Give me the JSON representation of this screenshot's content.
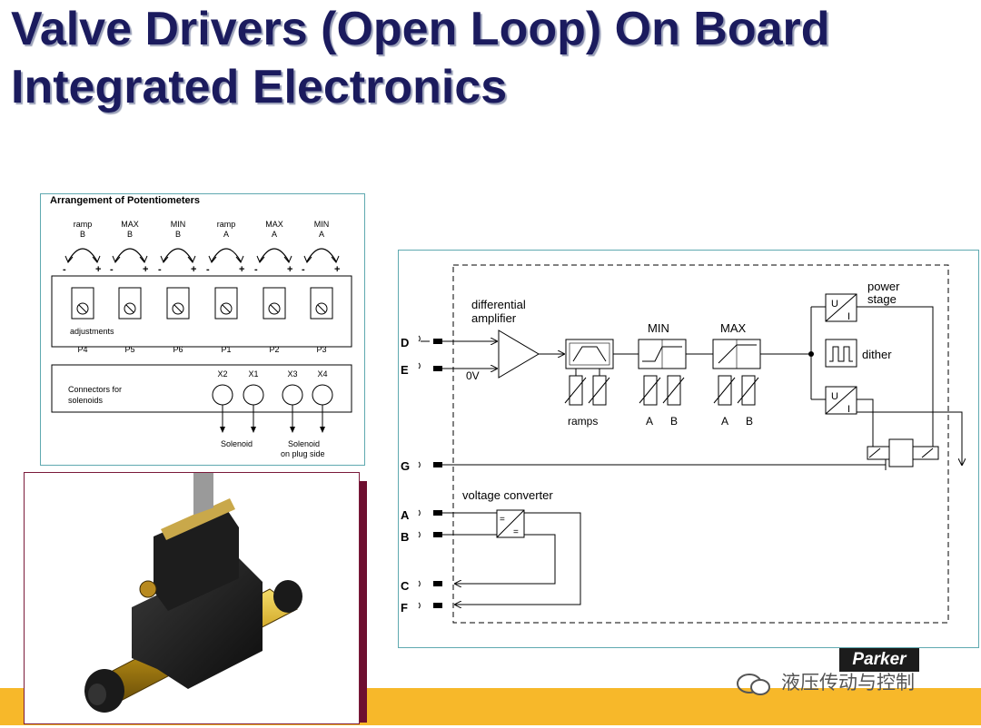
{
  "title": {
    "line1": "Valve Drivers (Open Loop)  On Board",
    "line2": "Integrated  Electronics"
  },
  "potentiometers": {
    "heading": "Arrangement of Potentiometers",
    "pots": [
      {
        "name": "ramp",
        "side": "B",
        "id": "P4"
      },
      {
        "name": "MAX",
        "side": "B",
        "id": "P5"
      },
      {
        "name": "MIN",
        "side": "B",
        "id": "P6"
      },
      {
        "name": "ramp",
        "side": "A",
        "id": "P1"
      },
      {
        "name": "MAX",
        "side": "A",
        "id": "P2"
      },
      {
        "name": "MIN",
        "side": "A",
        "id": "P3"
      }
    ],
    "minus": "-",
    "plus": "+",
    "adjustments_label": "adjustments",
    "connectors_label_1": "Connectors for",
    "connectors_label_2": "solenoids",
    "connectors": [
      "X2",
      "X1",
      "X3",
      "X4"
    ],
    "solenoid_label": "Solenoid",
    "solenoid_plug_1": "Solenoid",
    "solenoid_plug_2": "on plug side"
  },
  "diagram": {
    "pins_top": [
      "D",
      "E"
    ],
    "pin_g": "G",
    "pins_bottom": [
      "A",
      "B",
      "C",
      "F"
    ],
    "diff_amp_1": "differential",
    "diff_amp_2": "amplifier",
    "zero_v": "0V",
    "ramps": "ramps",
    "min": "MIN",
    "max": "MAX",
    "a": "A",
    "b": "B",
    "power_stage_1": "power",
    "power_stage_2": "stage",
    "dither": "dither",
    "voltage_converter": "voltage converter",
    "u": "U",
    "i": "I"
  },
  "logo": "Parker",
  "watermark": "液压传动与控制",
  "colors": {
    "title": "#1b1b5e",
    "bar": "#f7b82a",
    "panel_border": "#5fa9b0",
    "photo_border": "#6e0f30"
  }
}
